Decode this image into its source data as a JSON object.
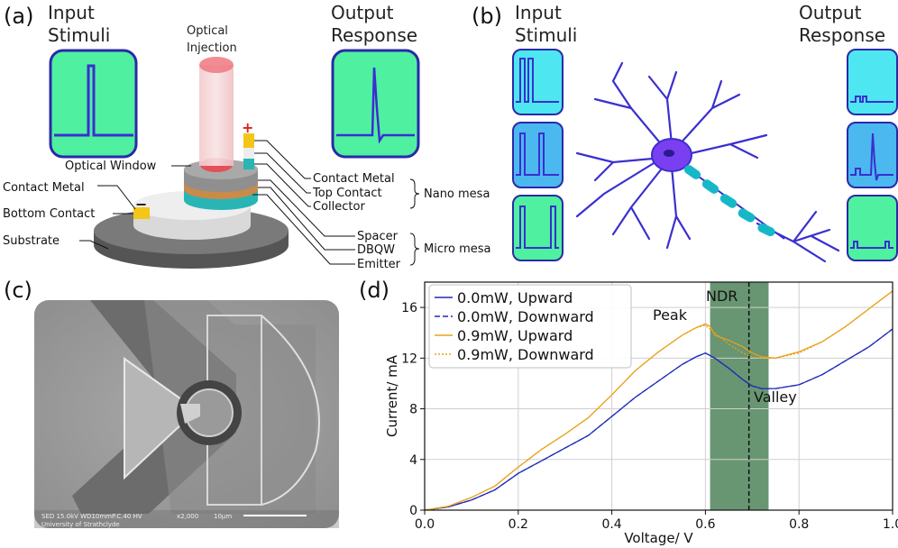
{
  "panel_a": {
    "label": "(a)",
    "input_title": [
      "Input",
      "Stimuli"
    ],
    "output_title": [
      "Output",
      "Response"
    ],
    "optical_injection": [
      "Optical",
      "Injection"
    ],
    "plus_sign": "+",
    "minus_sign": "−",
    "labels_left": [
      "Optical Window",
      "Contact Metal",
      "Bottom Contact",
      "Substrate"
    ],
    "labels_right_nano": [
      "Contact Metal",
      "Top Contact",
      "Collector"
    ],
    "labels_right_micro": [
      "Spacer",
      "DBQW",
      "Emitter"
    ],
    "group_nano": "Nano mesa",
    "group_micro": "Micro mesa",
    "colors": {
      "screen": "#4ff0a0",
      "trace": "#3a2fd0",
      "beam": "#f07880",
      "gold": "#f5c518"
    }
  },
  "panel_b": {
    "label": "(b)",
    "input_title": [
      "Input",
      "Stimuli"
    ],
    "output_title": [
      "Output",
      "Response"
    ],
    "colors": {
      "neuron": "#3a2fd0",
      "soma": "#7a3ff0",
      "axon": "#16b8c8"
    }
  },
  "panel_c": {
    "label": "(c)",
    "sem_footer_left": "SED 15.0kV WD10mmP.C.40 HV",
    "sem_footer_mag": "x2,000",
    "sem_footer_scale": "10μm",
    "sem_footer_org": "University of Strathclyde"
  },
  "panel_d": {
    "label": "(d)",
    "annotations": {
      "ndr": "NDR",
      "peak": "Peak",
      "valley": "Valley"
    }
  },
  "chart_data": {
    "type": "line",
    "xlabel": "Voltage/ V",
    "ylabel": "Current/ mA",
    "xlim": [
      0.0,
      1.0
    ],
    "ylim": [
      0,
      18
    ],
    "xticks": [
      "0.0",
      "0.2",
      "0.4",
      "0.6",
      "0.8",
      "1.0"
    ],
    "yticks": [
      "0",
      "4",
      "8",
      "12",
      "16"
    ],
    "grid": true,
    "legend_placement": "top-left",
    "ndr_region": [
      0.61,
      0.735
    ],
    "ndr_line_x": 0.693,
    "series": [
      {
        "name": "0.0mW, Upward",
        "color": "#1f2bb8",
        "dash": "solid",
        "x": [
          0,
          0.05,
          0.1,
          0.15,
          0.2,
          0.25,
          0.3,
          0.35,
          0.4,
          0.45,
          0.5,
          0.55,
          0.58,
          0.6,
          0.62,
          0.65,
          0.68,
          0.7,
          0.72,
          0.75,
          0.8,
          0.85,
          0.9,
          0.95,
          1.0
        ],
        "values": [
          0,
          0.25,
          0.8,
          1.6,
          2.9,
          3.9,
          4.9,
          5.9,
          7.4,
          8.9,
          10.2,
          11.5,
          12.1,
          12.4,
          12.0,
          11.2,
          10.3,
          9.8,
          9.6,
          9.6,
          9.9,
          10.7,
          11.8,
          12.9,
          14.3
        ]
      },
      {
        "name": "0.0mW, Downward",
        "color": "#1f2bb8",
        "dash": "dashed",
        "x": [
          0,
          0.05,
          0.1,
          0.15,
          0.2,
          0.25,
          0.3,
          0.35,
          0.4,
          0.45,
          0.5,
          0.55,
          0.58,
          0.6,
          0.62,
          0.65,
          0.68,
          0.7,
          0.72,
          0.75,
          0.8,
          0.85,
          0.9,
          0.95,
          1.0
        ],
        "values": [
          0,
          0.25,
          0.8,
          1.6,
          2.9,
          3.9,
          4.9,
          5.9,
          7.4,
          8.9,
          10.2,
          11.5,
          12.1,
          12.4,
          12.0,
          11.2,
          10.3,
          9.8,
          9.6,
          9.6,
          9.9,
          10.7,
          11.8,
          12.9,
          14.3
        ]
      },
      {
        "name": "0.9mW, Upward",
        "color": "#e8a21a",
        "dash": "solid",
        "x": [
          0,
          0.05,
          0.1,
          0.15,
          0.2,
          0.25,
          0.3,
          0.35,
          0.4,
          0.45,
          0.5,
          0.55,
          0.58,
          0.6,
          0.61,
          0.62,
          0.65,
          0.68,
          0.7,
          0.72,
          0.75,
          0.8,
          0.85,
          0.9,
          0.95,
          1.0
        ],
        "values": [
          0,
          0.3,
          1.0,
          1.9,
          3.4,
          4.8,
          6.0,
          7.3,
          9.1,
          11.0,
          12.5,
          13.8,
          14.4,
          14.7,
          14.5,
          13.8,
          13.4,
          12.9,
          12.4,
          12.1,
          12.0,
          12.5,
          13.3,
          14.5,
          15.9,
          17.3
        ]
      },
      {
        "name": "0.9mW, Downward",
        "color": "#e8a21a",
        "dash": "dotted",
        "x": [
          0,
          0.05,
          0.1,
          0.15,
          0.2,
          0.25,
          0.3,
          0.35,
          0.4,
          0.45,
          0.5,
          0.55,
          0.58,
          0.6,
          0.62,
          0.65,
          0.68,
          0.7,
          0.72,
          0.75,
          0.8,
          0.85,
          0.9,
          0.95,
          1.0
        ],
        "values": [
          0,
          0.3,
          1.0,
          1.9,
          3.4,
          4.8,
          6.0,
          7.3,
          9.1,
          11.0,
          12.5,
          13.8,
          14.4,
          14.6,
          14.0,
          13.1,
          12.4,
          12.1,
          12.0,
          12.0,
          12.4,
          13.3,
          14.5,
          15.9,
          17.3
        ]
      }
    ]
  }
}
